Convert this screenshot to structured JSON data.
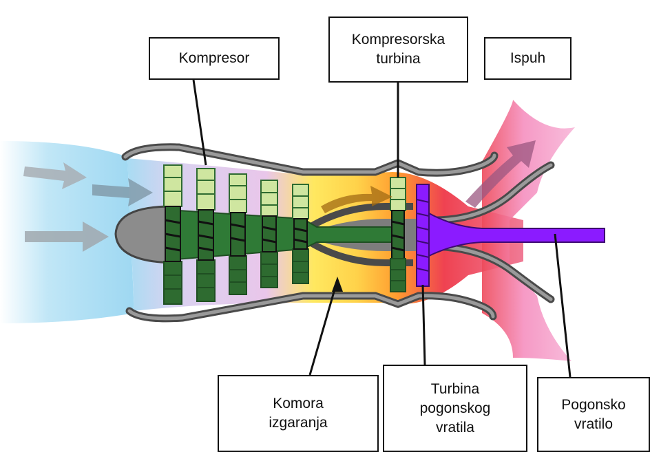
{
  "labels": {
    "kompresor": "Kompresor",
    "kompresorska_turbina": "Kompresorska\nturbina",
    "ispuh": "Ispuh",
    "komora_izgaranja": "Komora\nizgaranja",
    "turbina_pogonskog_vratila": "Turbina\npogonskog\nvratila",
    "pogonsko_vratilo": "Pogonsko\nvratilo"
  },
  "colors": {
    "intake_blue": "#8fd3f0",
    "compressor_lavender": "#e8c8ec",
    "combustion_yellow": "#ffe04a",
    "combustion_orange": "#ff9a2e",
    "turbine_red": "#ee3f4f",
    "exhaust_pink": "#f4a3cf",
    "spool_green": "#2f7a36",
    "blade_light_green": "#cfe6a0",
    "blade_dark_green": "#2e6b30",
    "power_shaft_purple": "#8b1bff",
    "casing_gray": "#8a8a8a"
  }
}
